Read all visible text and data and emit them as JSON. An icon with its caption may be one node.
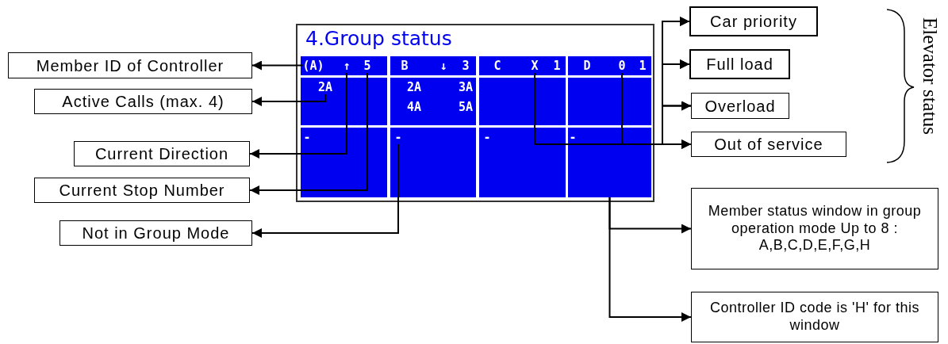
{
  "diagram": {
    "nodes": [
      {
        "text": [
          "4.Group status"
        ]
      },
      {
        "text": [
          "(A)"
        ],
        "in": 0
      },
      {
        "text": [
          "↑"
        ],
        "in": 0
      },
      {
        "text": [
          "5"
        ],
        "in": 0
      },
      {
        "text": [
          "2A"
        ],
        "in": 0
      },
      {
        "text": [
          "X"
        ],
        "in": 0
      },
      {
        "text": [
          "0"
        ],
        "in": 0
      },
      {
        "text": [
          "-"
        ],
        "in": 0
      },
      {
        "text": [],
        "shape": "box",
        "in": 0
      },
      {
        "text": [
          "Member ID of Controller"
        ]
      },
      {
        "text": [
          "Active Calls (max. 4)"
        ]
      },
      {
        "text": [
          "Current Direction"
        ]
      },
      {
        "text": [
          "Current Stop Number"
        ]
      },
      {
        "text": [
          "Not in Group Mode"
        ]
      },
      {
        "text": [
          "Car priority"
        ]
      },
      {
        "text": [
          "Full load"
        ]
      },
      {
        "text": [
          "Overload"
        ]
      },
      {
        "text": [
          "Out of service"
        ]
      },
      {
        "text": [
          "Member status window in group operation mode Up to 8 : A,B,C,D,E,F,G,H"
        ]
      },
      {
        "text": [
          "Controller ID code is 'H' for this window"
        ]
      }
    ],
    "edges": [
      {
        "from": 1,
        "to": 9,
        "arrow": "to"
      },
      {
        "from": 4,
        "to": 10,
        "arrow": "to"
      },
      {
        "from": 2,
        "to": 11,
        "arrow": "to"
      },
      {
        "from": 3,
        "to": 12,
        "arrow": "to"
      },
      {
        "from": 7,
        "to": 13,
        "arrow": "to"
      },
      {
        "from": 5,
        "to": 14,
        "arrow": "to"
      },
      {
        "from": 5,
        "to": 15,
        "arrow": "to"
      },
      {
        "from": 5,
        "to": 16,
        "arrow": "to"
      },
      {
        "from": 5,
        "to": 17,
        "arrow": "to"
      },
      {
        "from": 6,
        "to": 14,
        "arrow": "to"
      },
      {
        "from": 6,
        "to": 15,
        "arrow": "to"
      },
      {
        "from": 6,
        "to": 16,
        "arrow": "to"
      },
      {
        "from": 6,
        "to": 17,
        "arrow": "to"
      },
      {
        "from": 8,
        "to": 18,
        "arrow": "to"
      },
      {
        "from": 8,
        "to": 19,
        "arrow": "to"
      }
    ],
    "labels": [
      "B",
      "↓",
      "3",
      "C",
      "1",
      "D",
      "1",
      "2A",
      "3A",
      "4A",
      "5A",
      "-",
      "-",
      "-",
      "Elevator status"
    ]
  }
}
